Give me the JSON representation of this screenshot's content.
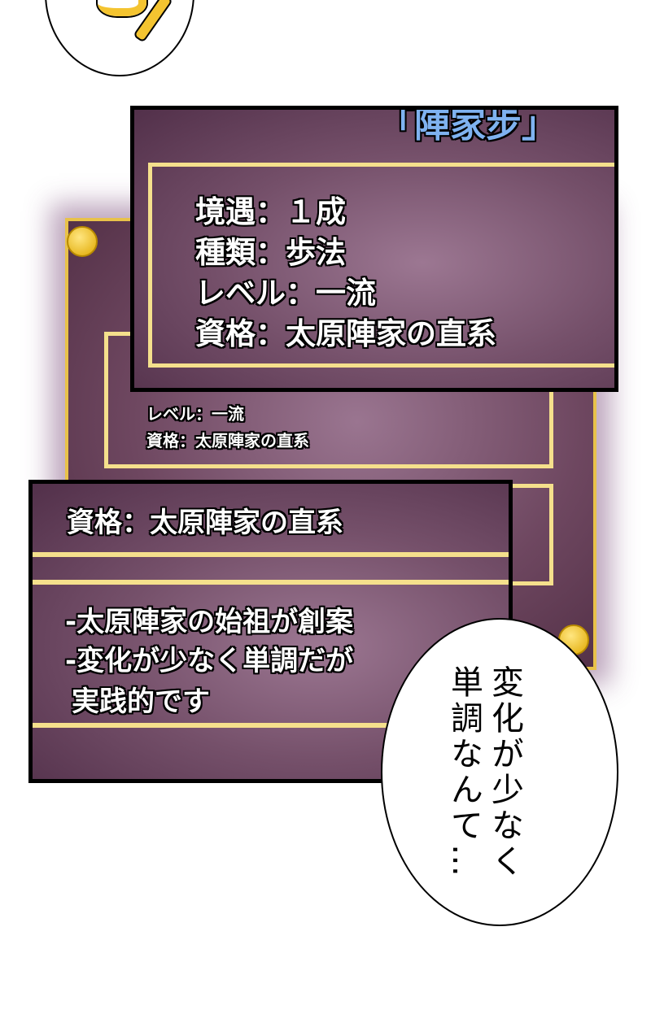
{
  "skill_panel": {
    "title": "「陣家步」",
    "stats": [
      "境遇：１成",
      "種類：歩法",
      "レベル：一流",
      "資格：太原陣家の直系"
    ]
  },
  "background_panel": {
    "lines": [
      "レベル：一流",
      "資格：太原陣家の直系"
    ]
  },
  "description_panel": {
    "qualification": "資格：太原陣家の直系",
    "bullets": [
      "-太原陣家の始祖が創案",
      "-変化が少なく単調だが",
      "実践的です"
    ]
  },
  "speech_bubble": {
    "columns": [
      "変化が少なく",
      "単調なんて…"
    ]
  },
  "colors": {
    "panel_purple": "#75506a",
    "gold": "#f5e08c",
    "title_blue": "#7fb2f0"
  }
}
